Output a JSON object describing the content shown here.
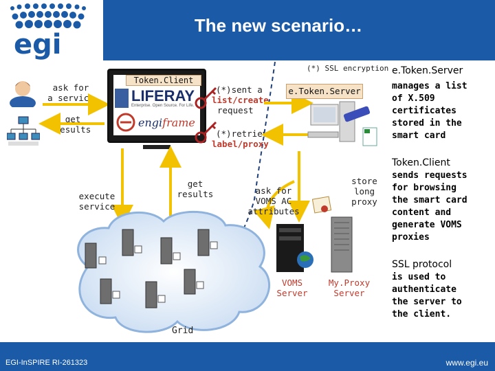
{
  "slide": {
    "title": "The new scenario…"
  },
  "footer": {
    "left": "EGI-InSPIRE RI-261323",
    "right": "www.egi.eu"
  },
  "logo": {
    "text": "egi",
    "icon": "egi-logo"
  },
  "legend": {
    "ssl_note": "(*) SSL encryption"
  },
  "client": {
    "label": "Token.Client",
    "portal_name": "LIFERAY",
    "portal_subtitle": "Enterprise. Open Source. For Life.",
    "engine_name": "engi",
    "engine_suffix": "frame"
  },
  "server": {
    "label": "e.Token.Server"
  },
  "actions": {
    "ask_service": "ask for\na service",
    "get_results_user": "get\nresults",
    "execute_service": "execute\nservice",
    "get_results_grid": "get\nresults",
    "ask_voms": "ask for\nVOMS AC\nattributes",
    "store_proxy": "store\nlong\nproxy",
    "sent_request_prefix": "(*)sent a",
    "sent_request_red": "list/create",
    "sent_request_suffix": "request",
    "retrieve_prefix": "(*)retrieve",
    "retrieve_red": "label/proxy"
  },
  "servers": {
    "voms": "VOMS\nServer",
    "myproxy": "My.Proxy\nServer"
  },
  "grid": {
    "label": "Grid"
  },
  "right_panel": {
    "items": [
      {
        "head": "e.Token.Server",
        "body": "manages a list\nof X.509\ncertificates\nstored in the\nsmart card"
      },
      {
        "head": "Token.Client",
        "body": "sends requests\nfor browsing\nthe smart card\ncontent and\ngenerate VOMS\nproxies"
      },
      {
        "head": "SSL protocol",
        "body": "is used to\nauthenticate\nthe server to\nthe client."
      }
    ]
  },
  "colors": {
    "header_blue": "#1a5aa6",
    "accent_red": "#c0392b",
    "arrow_yellow": "#f2c200"
  }
}
